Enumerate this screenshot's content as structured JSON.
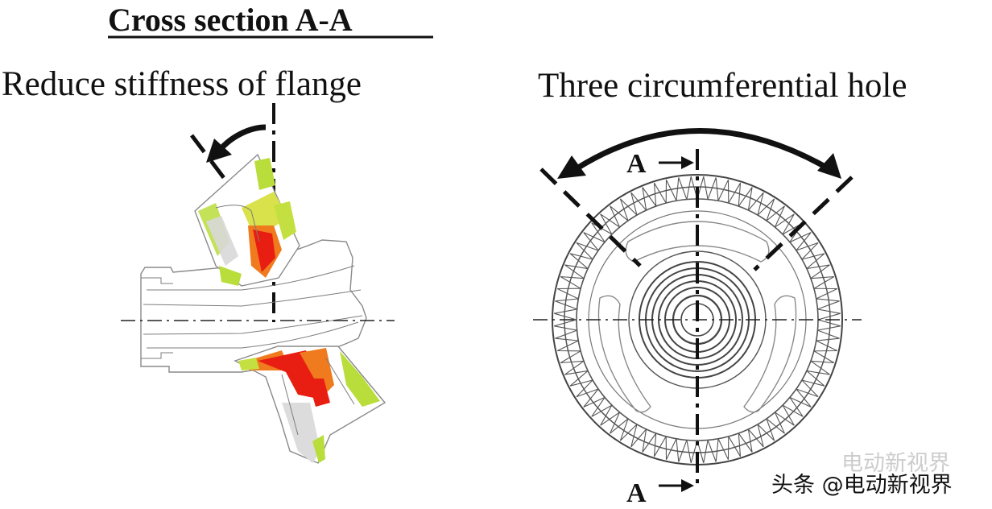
{
  "left_panel": {
    "title": "Cross section A-A",
    "subtitle": "Reduce stiffness of flange"
  },
  "right_panel": {
    "title": "Three circumferential hole",
    "section_label_top": "A",
    "section_label_bottom": "A"
  },
  "watermark": {
    "faint": "电动新视界",
    "strong": "头条 @电动新视界"
  },
  "colors": {
    "line": "#111111",
    "outline": "#8a8a8a",
    "stress_high": "#e81e12",
    "stress_mid": "#f07a1e",
    "stress_low": "#b9dd3a",
    "stress_yellow": "#e6e05a"
  }
}
